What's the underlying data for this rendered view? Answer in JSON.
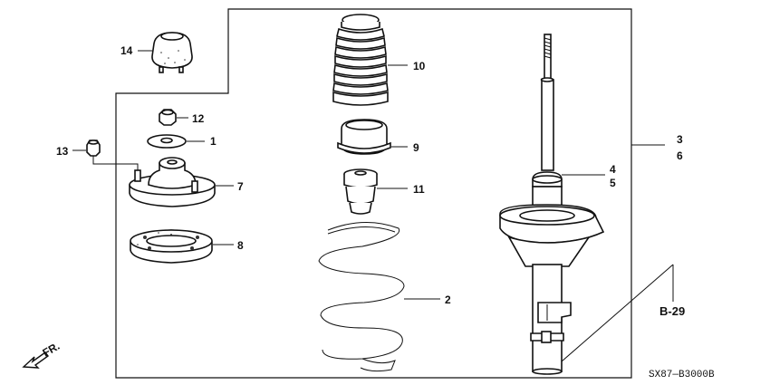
{
  "callouts": {
    "c1": "1",
    "c2": "2",
    "c3": "3",
    "c4": "4",
    "c5": "5",
    "c6": "6",
    "c7": "7",
    "c8": "8",
    "c9": "9",
    "c10": "10",
    "c11": "11",
    "c12": "12",
    "c13": "13",
    "c14": "14"
  },
  "reference": "B-29",
  "front_label": "FR.",
  "diagram_code": "SX87—B3000B"
}
